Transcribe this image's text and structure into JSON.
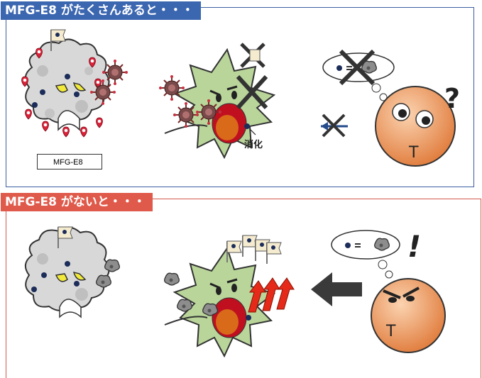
{
  "panels": [
    {
      "title": "MFG-E8 がたくさんあると・・・"
    },
    {
      "title": "MFG-E8 がないと・・・"
    }
  ],
  "legend": {
    "label": "MFG-E8",
    "icon": "pin-icon"
  },
  "labels": {
    "digest": "消化",
    "question": "?",
    "exclaim": "!",
    "tcell_letter": "T",
    "equals": "="
  },
  "colors": {
    "blue_frame": "#3b66b0",
    "red_frame": "#e05a4b",
    "macrophage": "#b9d59a",
    "tcell": "#f0a06a",
    "pin": "#d8243a"
  }
}
